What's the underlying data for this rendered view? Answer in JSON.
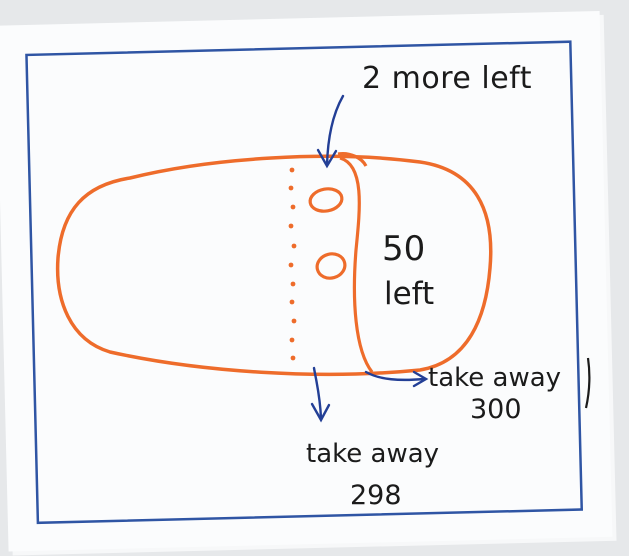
{
  "diagram": {
    "labels": {
      "more_left": "2 more left",
      "fifty": "50",
      "left": "left",
      "take_away_right": "take away",
      "three_hundred": "300",
      "take_away_bottom": "take away",
      "two_ninety_eight": "298"
    },
    "colors": {
      "paper": "#fbfcfd",
      "border": "#2f55a4",
      "shape": "#ee6c2b",
      "arrow": "#233f96",
      "ink": "#1b1b1b"
    }
  }
}
